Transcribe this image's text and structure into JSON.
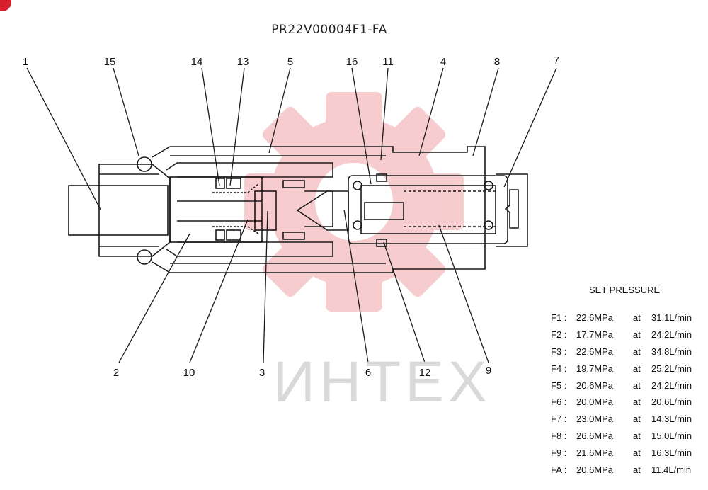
{
  "title": "PR22V00004F1-FA",
  "part_labels": {
    "p1": "1",
    "p2": "2",
    "p3": "3",
    "p4": "4",
    "p5": "5",
    "p6": "6",
    "p7": "7",
    "p8": "8",
    "p9": "9",
    "p10": "10",
    "p11": "11",
    "p12": "12",
    "p13": "13",
    "p14": "14",
    "p15": "15",
    "p16": "16"
  },
  "watermark": "ИНТЕХ",
  "set_pressure": {
    "heading": "SET PRESSURE",
    "rows": [
      {
        "code": "F1 :",
        "pressure": "22.6MPa",
        "at": "at",
        "flow": "31.1L/min"
      },
      {
        "code": "F2 :",
        "pressure": "17.7MPa",
        "at": "at",
        "flow": "24.2L/min"
      },
      {
        "code": "F3 :",
        "pressure": "22.6MPa",
        "at": "at",
        "flow": "34.8L/min"
      },
      {
        "code": "F4 :",
        "pressure": "19.7MPa",
        "at": "at",
        "flow": "25.2L/min"
      },
      {
        "code": "F5 :",
        "pressure": "20.6MPa",
        "at": "at",
        "flow": "24.2L/min"
      },
      {
        "code": "F6 :",
        "pressure": "20.0MPa",
        "at": "at",
        "flow": "20.6L/min"
      },
      {
        "code": "F7 :",
        "pressure": "23.0MPa",
        "at": "at",
        "flow": "14.3L/min"
      },
      {
        "code": "F8 :",
        "pressure": "26.6MPa",
        "at": "at",
        "flow": "15.0L/min"
      },
      {
        "code": "F9 :",
        "pressure": "21.6MPa",
        "at": "at",
        "flow": "16.3L/min"
      },
      {
        "code": "FA :",
        "pressure": "20.6MPa",
        "at": "at",
        "flow": "11.4L/min"
      }
    ]
  },
  "colors": {
    "line": "#1a1a1a",
    "watermark_red": "#f6c4c6",
    "watermark_text": "#d9d9d9",
    "corner_mark": "#d8202c"
  }
}
